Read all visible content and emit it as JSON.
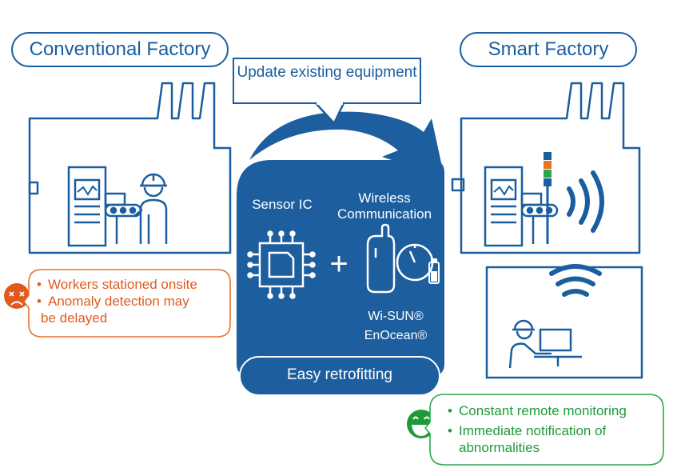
{
  "conventional": {
    "title": "Conventional Factory",
    "issues": [
      "Workers stationed onsite",
      "Anomaly detection may",
      "be delayed"
    ],
    "issue_color": "#e05a1e"
  },
  "smart": {
    "title": "Smart Factory",
    "benefits": [
      "Constant remote monitoring",
      "Immediate notification of",
      "abnormalities"
    ],
    "benefit_color": "#1f9a3a"
  },
  "transition": {
    "callout": "Update existing equipment",
    "sensor_label": "Sensor IC",
    "wireless_label": "Wireless Communication",
    "plus": "+",
    "protocols": [
      "Wi-SUN®",
      "EnOcean®"
    ],
    "footer": "Easy retrofitting"
  },
  "colors": {
    "brand_blue": "#1a5ea0",
    "panel_blue": "#1c5e9e"
  },
  "icons": [
    "factory-icon",
    "machine-icon",
    "worker-icon",
    "sensor-chip-icon",
    "wireless-device-icon",
    "battery-icon",
    "signal-tower-icon",
    "wifi-icon",
    "sad-face-icon",
    "happy-face-icon",
    "remote-operator-icon"
  ]
}
